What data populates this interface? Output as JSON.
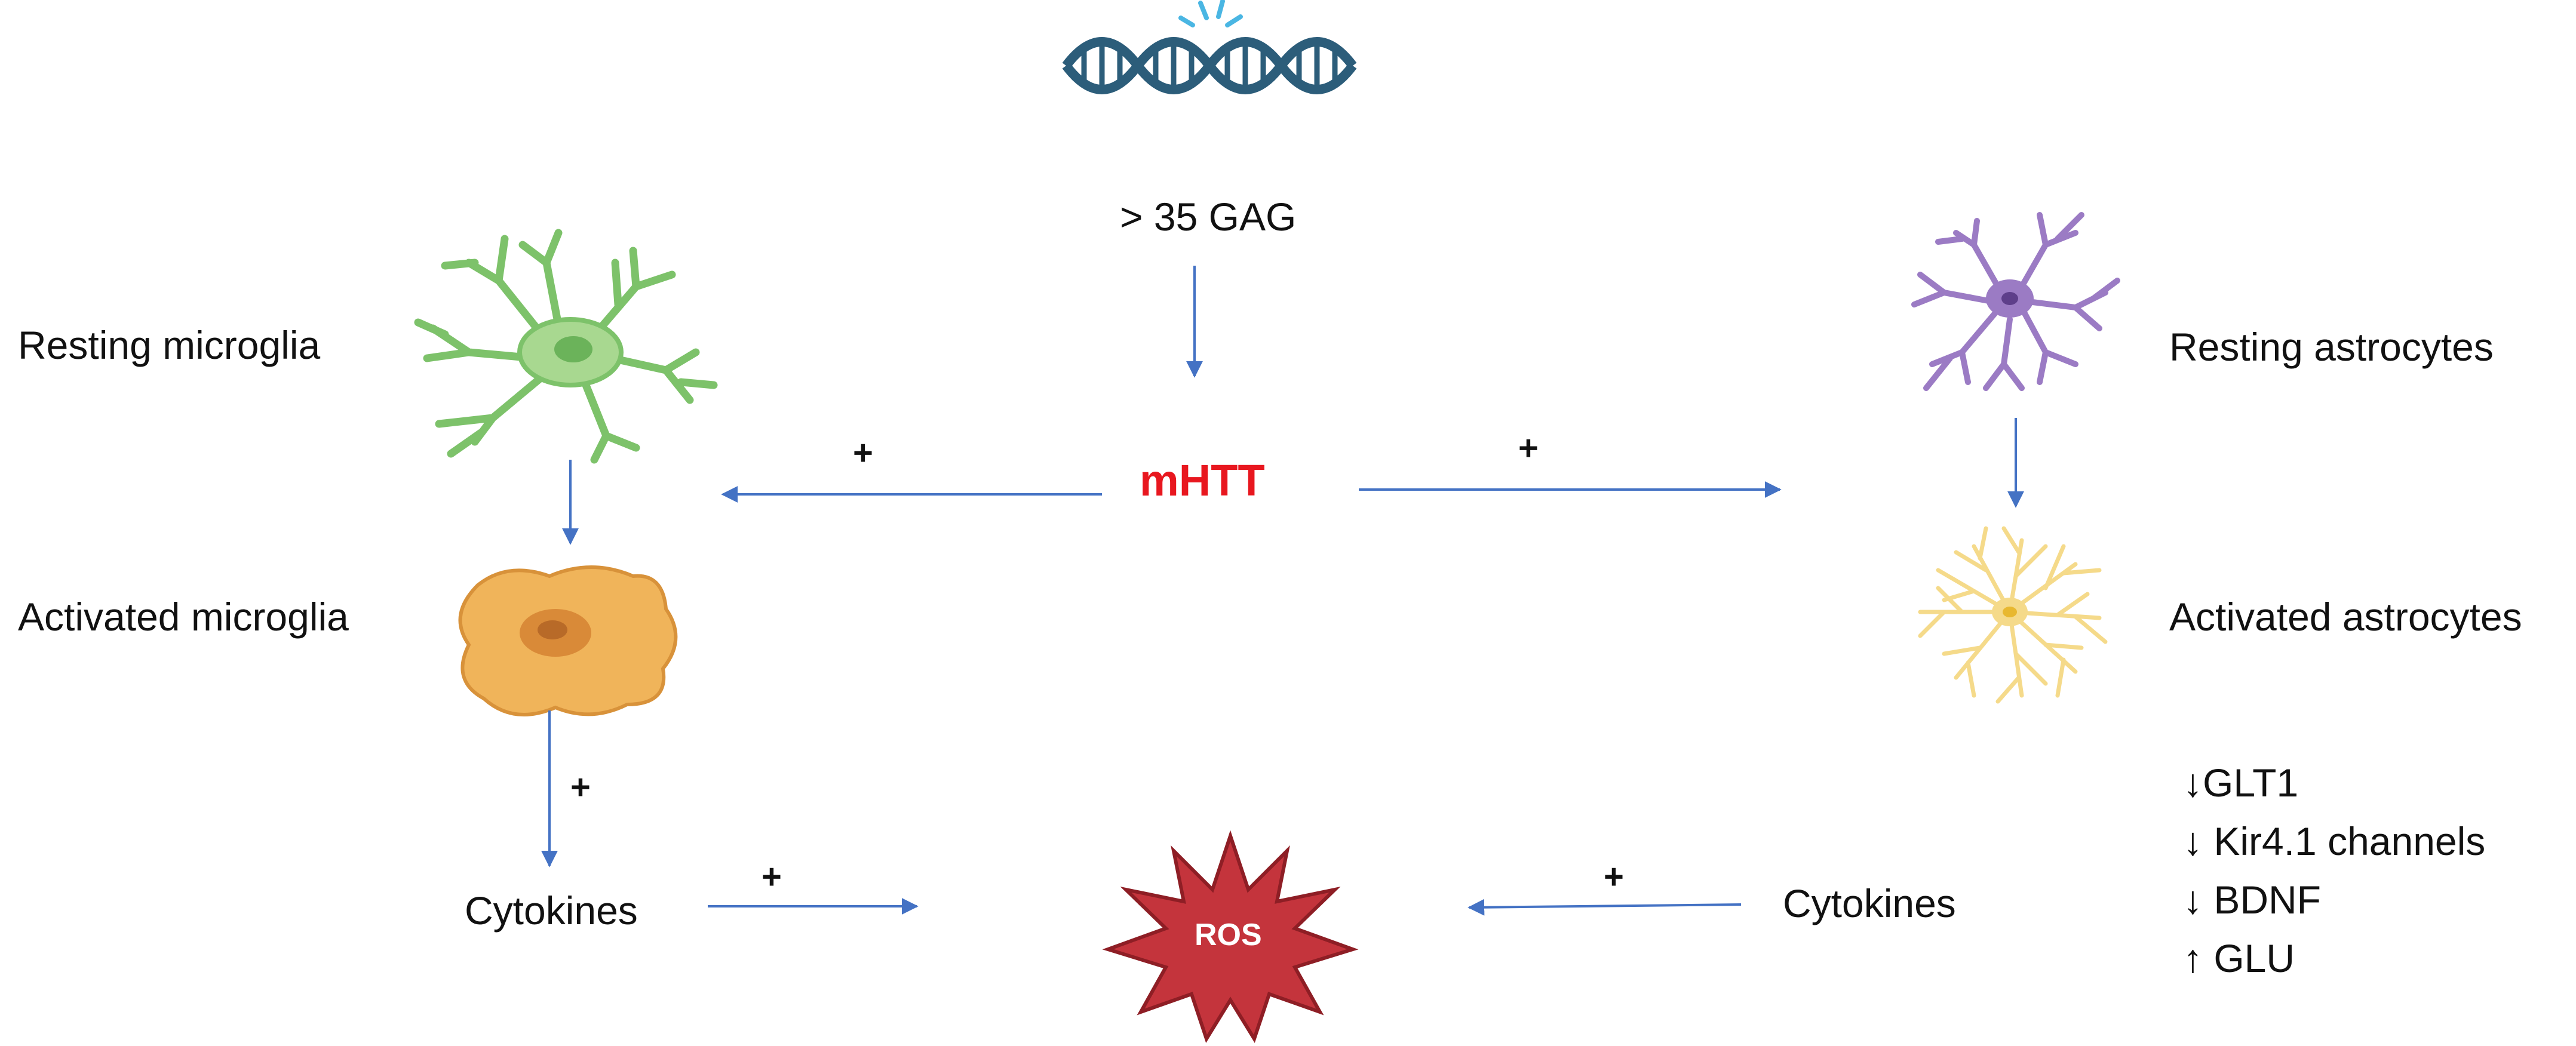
{
  "labels": {
    "repeat": "> 35 GAG",
    "mhtt": "mHTT",
    "resting_microglia": "Resting microglia",
    "activated_microglia": "Activated microglia",
    "cytokines_left": "Cytokines",
    "resting_astrocytes": "Resting astrocytes",
    "activated_astrocytes": "Activated astrocytes",
    "cytokines_right": "Cytokines",
    "ros": "ROS",
    "plus": "+"
  },
  "astrocyte_effects": [
    "↓GLT1",
    "↓ Kir4.1 channels",
    "↓ BDNF",
    "↑ GLU"
  ],
  "icons": [
    "dna-icon",
    "resting-microglia-icon",
    "activated-microglia-icon",
    "resting-astrocyte-icon",
    "activated-astrocyte-icon",
    "ros-burst-icon"
  ],
  "colors": {
    "arrow": "#4472C4",
    "mhtt": "#E8171F",
    "dna": "#2C5D7A",
    "dna_spark": "#4AB6E3",
    "microglia_resting": "#7DC26A",
    "microglia_activated": "#F0B45A",
    "astrocyte_resting": "#9B7BC4",
    "astrocyte_activated": "#F5DA8A",
    "ros": "#C4343C"
  }
}
